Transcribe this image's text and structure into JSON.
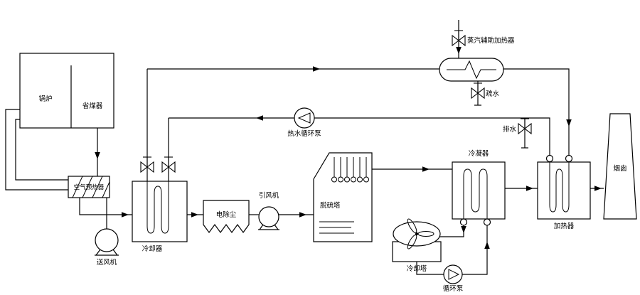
{
  "colors": {
    "line": "#000000",
    "background": "#ffffff"
  },
  "labels": {
    "boiler": "锅炉",
    "economizer": "省煤器",
    "air_preheater": "空气预热器",
    "forced_draft_fan": "送风机",
    "cooler": "冷却器",
    "electrostatic_precipitator": "电除尘",
    "induced_draft_fan": "引风机",
    "desulfurization_tower": "脱硫塔",
    "hot_water_circulation_pump": "热水循环泵",
    "steam_auxiliary_heater": "蒸汽辅助加热器",
    "trap_drain": "疏水",
    "drain": "排水",
    "condenser": "冷凝器",
    "heater": "加热器",
    "chimney": "烟囱",
    "cooling_tower": "冷却塔",
    "circulation_pump": "循环泵"
  }
}
